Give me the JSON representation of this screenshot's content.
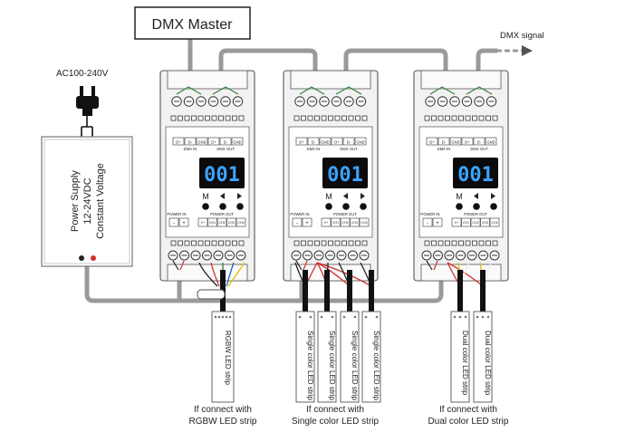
{
  "master": {
    "title": "DMX Master"
  },
  "signal": {
    "label": "DMX signal"
  },
  "power": {
    "ac_label": "AC100-240V",
    "supply_lines": [
      "Power Supply",
      "12-24VDC",
      "Constant Voltage"
    ]
  },
  "decoder": {
    "display": "001",
    "mode_label": "M",
    "dmx_terminals": [
      "D+",
      "D-",
      "GND",
      "D+",
      "D-",
      "GND"
    ],
    "dmx_in": "DMX IN",
    "dmx_out": "DMX OUT",
    "power_in": "POWER IN",
    "power_out": "POWER OUT",
    "power_in_terminals": [
      "-",
      "+"
    ],
    "power_out_terminals": [
      "V+",
      "CH1",
      "CH2",
      "CH3",
      "CH4"
    ]
  },
  "strips": {
    "rgbw": "RGBW LED strip",
    "single": "Single color LED strip",
    "dual": "Dual color LED strip"
  },
  "captions": {
    "rgbw": [
      "If connect with",
      "RGBW LED strip"
    ],
    "single": [
      "If connect with",
      "Single color LED strip"
    ],
    "dual": [
      "If connect with",
      "Dual color LED strip"
    ]
  }
}
